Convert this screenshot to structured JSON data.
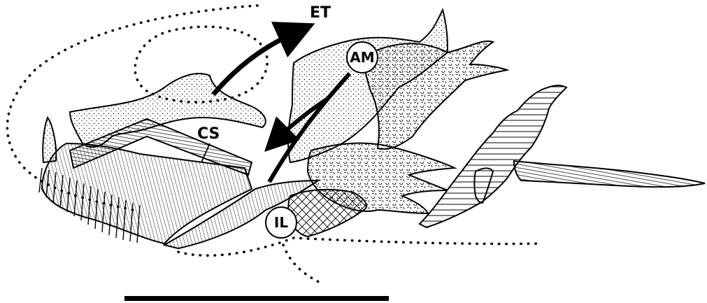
{
  "figure": {
    "labels": {
      "et": "ET",
      "am": "AM",
      "cs": "CS",
      "il": "IL"
    },
    "colors": {
      "ink": "#000000",
      "paper": "#ffffff"
    }
  }
}
